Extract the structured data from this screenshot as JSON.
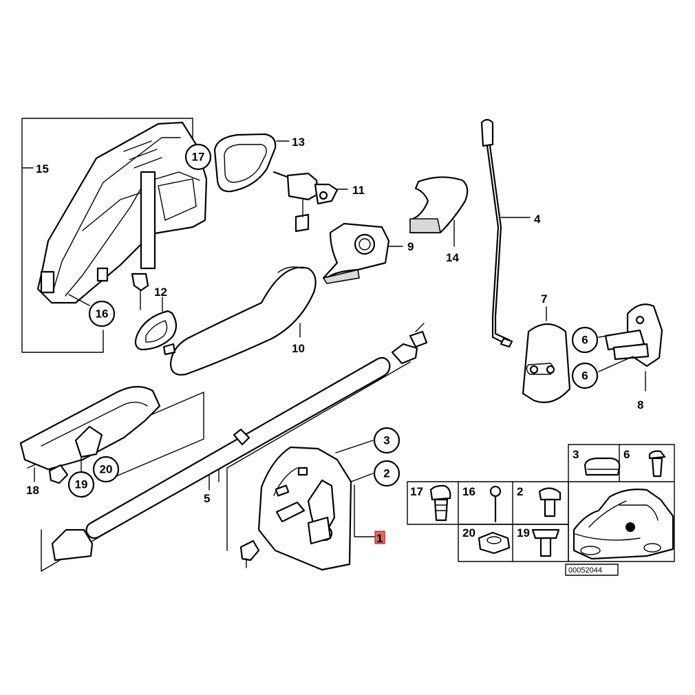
{
  "callouts": {
    "c15": "15",
    "c13": "13",
    "c17": "17",
    "c11": "11",
    "c4": "4",
    "c9": "9",
    "c14": "14",
    "c12": "12",
    "c16": "16",
    "c10": "10",
    "c7": "7",
    "c6a": "6",
    "c6b": "6",
    "c8": "8",
    "c3": "3",
    "c2": "2",
    "c1": "1",
    "c18": "18",
    "c19": "19",
    "c20": "20",
    "c5": "5"
  },
  "parts_grid": {
    "cells": [
      {
        "id": "g3",
        "label": "3"
      },
      {
        "id": "g6",
        "label": "6"
      },
      {
        "id": "g17",
        "label": "17"
      },
      {
        "id": "g16",
        "label": "16"
      },
      {
        "id": "g2",
        "label": "2"
      },
      {
        "id": "g20",
        "label": "20"
      },
      {
        "id": "g19",
        "label": "19"
      }
    ]
  },
  "diagram_code": "00052044",
  "colors": {
    "line": "#000000",
    "background": "#ffffff",
    "highlight": "#e06a6a"
  }
}
